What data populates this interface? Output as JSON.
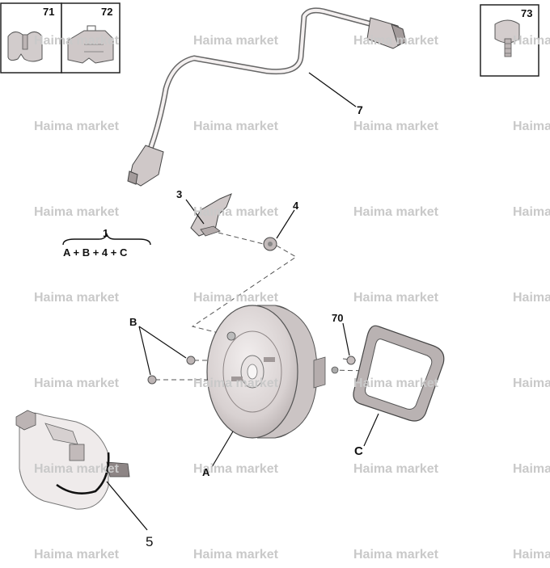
{
  "watermark": "Haima market",
  "inset_boxes": [
    {
      "id": "71"
    },
    {
      "id": "72"
    },
    {
      "id": "73"
    }
  ],
  "callouts": {
    "c7": "7",
    "c3": "3",
    "c4": "4",
    "c1": "1",
    "formula": "A + B + 4 + C",
    "cB": "B",
    "c70": "70",
    "cC": "C",
    "cA": "A",
    "c5": "5"
  },
  "colors": {
    "line": "#333333",
    "part_fill": "#d9d4d4",
    "part_shade": "#b8b1b1",
    "watermark": "#c9c9c9"
  }
}
